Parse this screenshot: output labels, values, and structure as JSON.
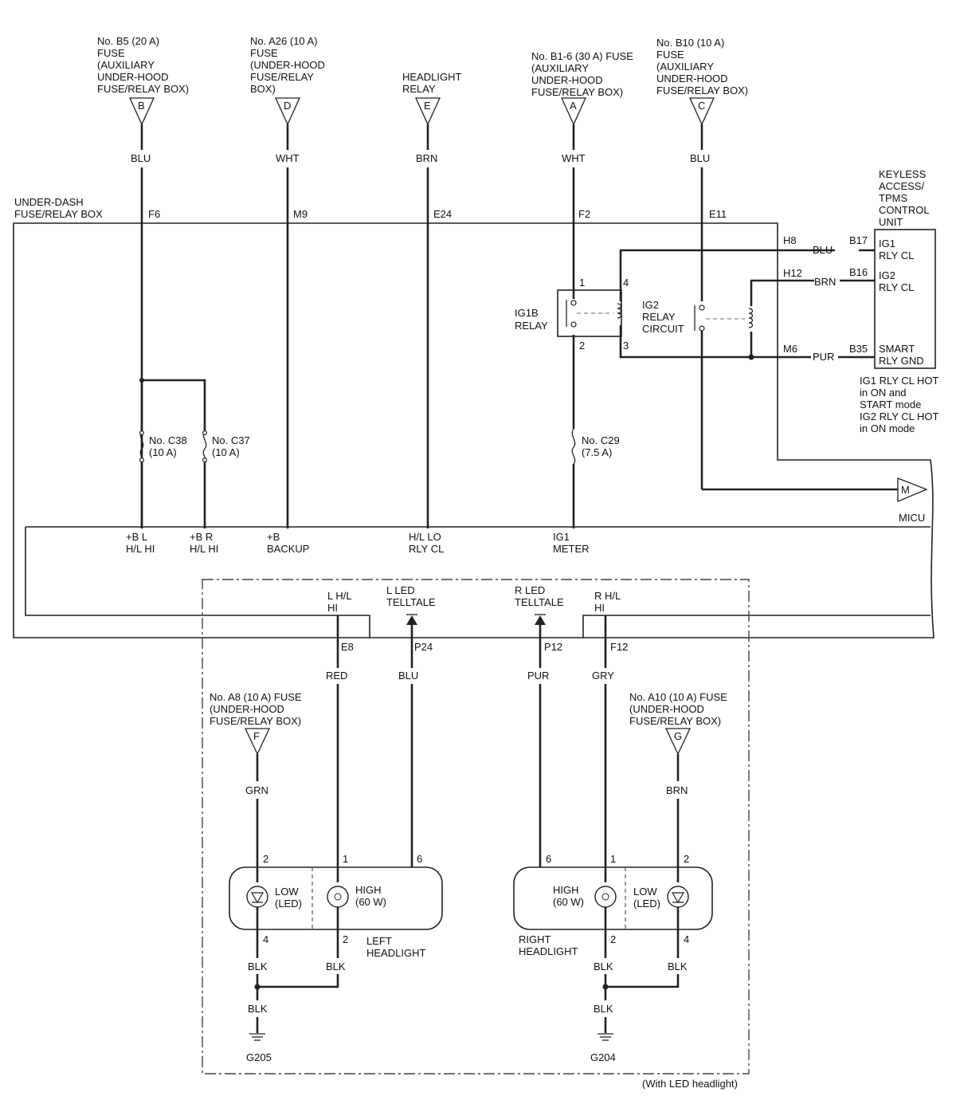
{
  "sources": {
    "b5": {
      "letter": "B",
      "lines": [
        "No. B5 (20 A)",
        "FUSE",
        "(AUXILIARY",
        "UNDER-HOOD",
        "FUSE/RELAY BOX)"
      ],
      "wire": "BLU",
      "pin": "F6"
    },
    "a26": {
      "letter": "D",
      "lines": [
        "No. A26 (10 A)",
        "FUSE",
        "(UNDER-HOOD",
        "FUSE/RELAY",
        "BOX)"
      ],
      "wire": "WHT",
      "pin": "M9"
    },
    "headlight_relay": {
      "letter": "E",
      "lines": [
        "HEADLIGHT",
        "RELAY"
      ],
      "wire": "BRN",
      "pin": "E24"
    },
    "b1_6": {
      "letter": "A",
      "lines": [
        "No. B1-6 (30 A) FUSE",
        "(AUXILIARY",
        "UNDER-HOOD",
        "FUSE/RELAY BOX)"
      ],
      "wire": "WHT",
      "pin": "F2"
    },
    "b10": {
      "letter": "C",
      "lines": [
        "No. B10 (10 A)",
        "FUSE",
        "(AUXILIARY",
        "UNDER-HOOD",
        "FUSE/RELAY BOX)"
      ],
      "wire": "BLU",
      "pin": "E11"
    }
  },
  "under_dash": {
    "lines": [
      "UNDER-DASH",
      "FUSE/RELAY BOX"
    ]
  },
  "keyless": {
    "title": [
      "KEYLESS",
      "ACCESS/",
      "TPMS",
      "CONTROL",
      "UNIT"
    ],
    "rows": [
      {
        "pin_box": "H8",
        "wire": "BLU",
        "pin_unit": "B17",
        "label": [
          "IG1",
          "RLY CL"
        ]
      },
      {
        "pin_box": "H12",
        "wire": "BRN",
        "pin_unit": "B16",
        "label": [
          "IG2",
          "RLY CL"
        ]
      },
      {
        "pin_box": "M6",
        "wire": "PUR",
        "pin_unit": "B35",
        "label": [
          "SMART",
          "RLY GND"
        ]
      }
    ],
    "note": [
      "IG1 RLY CL HOT",
      "in ON and",
      "START mode",
      "IG2 RLY CL HOT",
      "in ON mode"
    ]
  },
  "ig1b_relay": {
    "label": [
      "IG1B",
      "RELAY"
    ],
    "pins": [
      "1",
      "4",
      "2",
      "3"
    ]
  },
  "ig2_relay": {
    "label": [
      "IG2",
      "RELAY",
      "CIRCUIT"
    ]
  },
  "fuses": {
    "c38": [
      "No. C38",
      "(10 A)"
    ],
    "c37": [
      "No. C37",
      "(10 A)"
    ],
    "c29": [
      "No. C29",
      "(7.5 A)"
    ]
  },
  "micu": {
    "letter": "M",
    "label": "MICU"
  },
  "inner_labels": {
    "bl": [
      "+B L",
      "H/L HI"
    ],
    "br": [
      "+B R",
      "H/L HI"
    ],
    "backup": [
      "+B",
      "BACKUP"
    ],
    "hl_lo": [
      "H/L LO",
      "RLY CL"
    ],
    "ig1": [
      "IG1",
      "METER"
    ]
  },
  "lower_outputs": {
    "l_hl_hi": {
      "label": [
        "L H/L",
        "HI"
      ],
      "pin": "E8",
      "wire": "RED"
    },
    "l_led": {
      "label": [
        "L LED",
        "TELLTALE"
      ],
      "pin": "P24",
      "wire": "BLU"
    },
    "r_led": {
      "label": [
        "R LED",
        "TELLTALE"
      ],
      "pin": "P12",
      "wire": "PUR"
    },
    "r_hl_hi": {
      "label": [
        "R H/L",
        "HI"
      ],
      "pin": "F12",
      "wire": "GRY"
    }
  },
  "a8_fuse": {
    "letter": "F",
    "lines": [
      "No. A8 (10 A) FUSE",
      "(UNDER-HOOD",
      "FUSE/RELAY BOX)"
    ],
    "wire": "GRN"
  },
  "a10_fuse": {
    "letter": "G",
    "lines": [
      "No. A10 (10 A) FUSE",
      "(UNDER-HOOD",
      "FUSE/RELAY BOX)"
    ],
    "wire": "BRN"
  },
  "left_headlight": {
    "name": [
      "LEFT",
      "HEADLIGHT"
    ],
    "low": [
      "LOW",
      "(LED)"
    ],
    "high": [
      "HIGH",
      "(60 W)"
    ],
    "pins_top": [
      "2",
      "1",
      "6"
    ],
    "pins_bottom": [
      "4",
      "2"
    ],
    "gnd_wires": [
      "BLK",
      "BLK",
      "BLK"
    ],
    "ground": "G205"
  },
  "right_headlight": {
    "name": [
      "RIGHT",
      "HEADLIGHT"
    ],
    "low": [
      "LOW",
      "(LED)"
    ],
    "high": [
      "HIGH",
      "(60 W)"
    ],
    "pins_top": [
      "6",
      "1",
      "2"
    ],
    "pins_bottom": [
      "2",
      "4"
    ],
    "gnd_wires": [
      "BLK",
      "BLK",
      "BLK"
    ],
    "ground": "G204"
  },
  "footnote": "(With LED headlight)"
}
